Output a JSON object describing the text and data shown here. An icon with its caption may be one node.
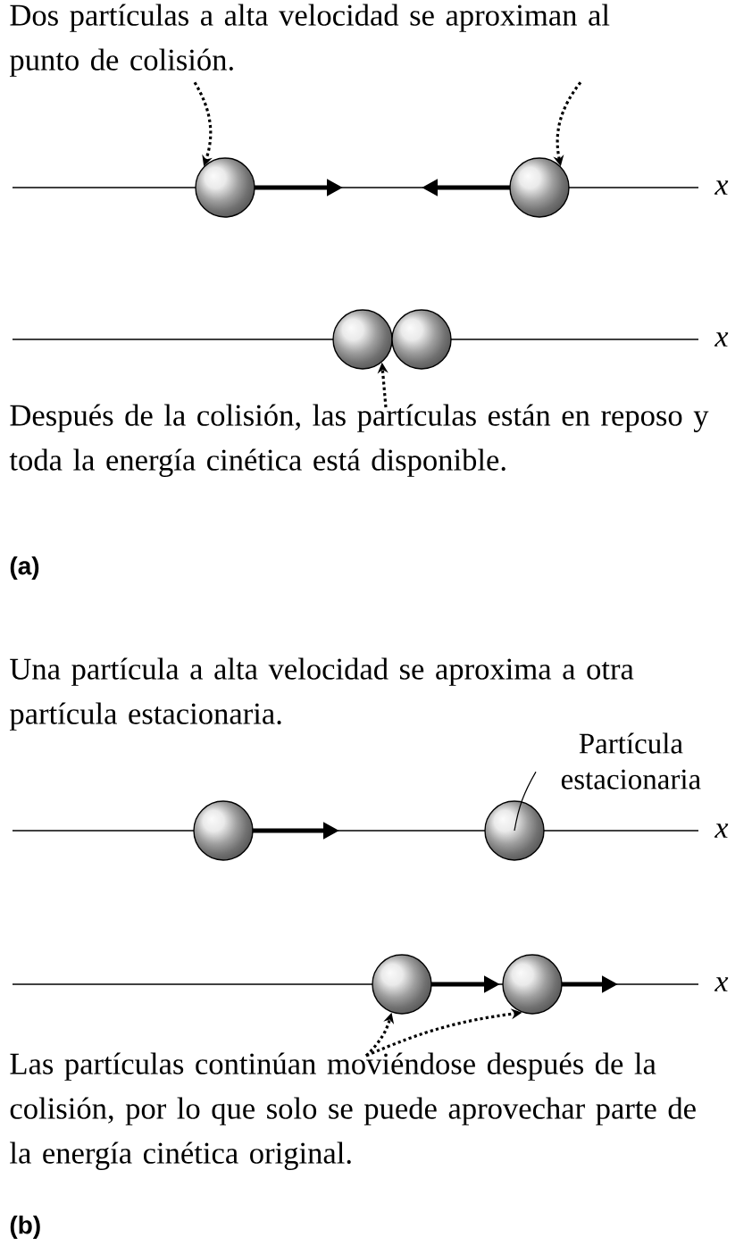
{
  "diagram": {
    "nodes": [
      {
        "text": [
          "Dos partículas a alta velocidad se aproximan al punto de colisión."
        ]
      },
      {
        "text": [],
        "shape": "circle"
      },
      {
        "text": [],
        "shape": "circle"
      },
      {
        "text": [],
        "shape": "circle"
      },
      {
        "text": [],
        "shape": "circle"
      },
      {
        "text": [
          "Después de la colisión, las partículas están en reposo y toda la energía cinética está disponible."
        ]
      },
      {
        "text": [],
        "shape": "circle"
      },
      {
        "text": [],
        "shape": "circle"
      },
      {
        "text": [
          "Partícula estacionaria"
        ]
      },
      {
        "text": [],
        "shape": "circle"
      },
      {
        "text": [],
        "shape": "circle"
      },
      {
        "text": [
          "Las partículas continúan moviéndose después de la colisión, por lo que solo se puede aprovechar parte de la energía cinética original."
        ]
      }
    ],
    "edges": [
      {
        "from": 0,
        "to": 1,
        "arrow": "to",
        "style": "dashed"
      },
      {
        "from": 0,
        "to": 2,
        "arrow": "to",
        "style": "dashed"
      },
      {
        "from": 5,
        "to": 3,
        "arrow": "to",
        "style": "dashed"
      },
      {
        "from": 8,
        "to": 7,
        "arrow": "none"
      },
      {
        "from": 11,
        "to": 9,
        "arrow": "to",
        "style": "dashed"
      },
      {
        "from": 11,
        "to": 10,
        "arrow": "to",
        "style": "dashed"
      }
    ],
    "labels": [
      "x",
      "x",
      "(a)",
      "Una partícula a alta velocidad se aproxima a otra partícula estacionaria.",
      "x",
      "x",
      "(b)"
    ]
  }
}
